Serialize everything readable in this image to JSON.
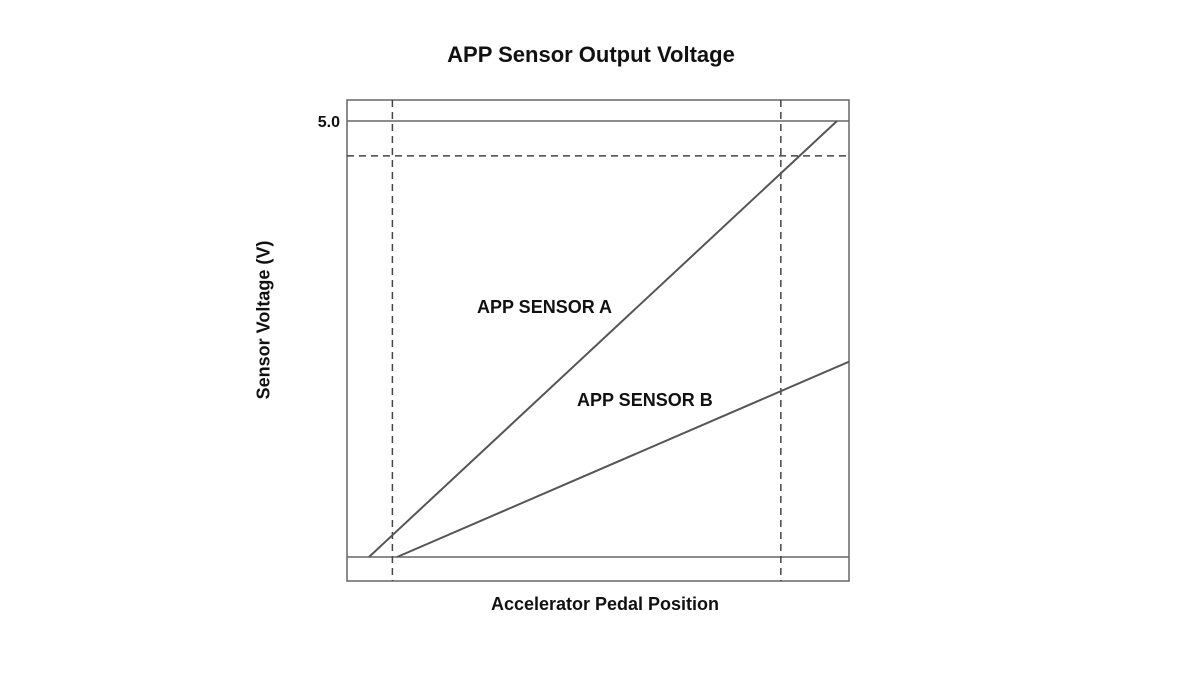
{
  "chart_data": {
    "type": "line",
    "title": "APP Sensor Output Voltage",
    "xlabel": "Accelerator Pedal Position",
    "ylabel": "Sensor Voltage (V)",
    "yticks": [
      {
        "value": 5.0,
        "label": "5.0"
      }
    ],
    "xlim": [
      0,
      100
    ],
    "ylim": [
      0,
      5.0
    ],
    "grid": false,
    "legend": "none",
    "reference_lines": {
      "vertical_dashed_x": [
        5,
        88
      ],
      "horizontal_dashed_y": [
        4.6
      ],
      "horizontal_solid_y": [
        0,
        5.0
      ]
    },
    "series": [
      {
        "name": "APP SENSOR A",
        "x": [
          0,
          100
        ],
        "y": [
          0,
          5.0
        ],
        "color": "#555555"
      },
      {
        "name": "APP SENSOR B",
        "x": [
          6,
          103
        ],
        "y": [
          0,
          2.25
        ],
        "color": "#555555"
      }
    ]
  }
}
